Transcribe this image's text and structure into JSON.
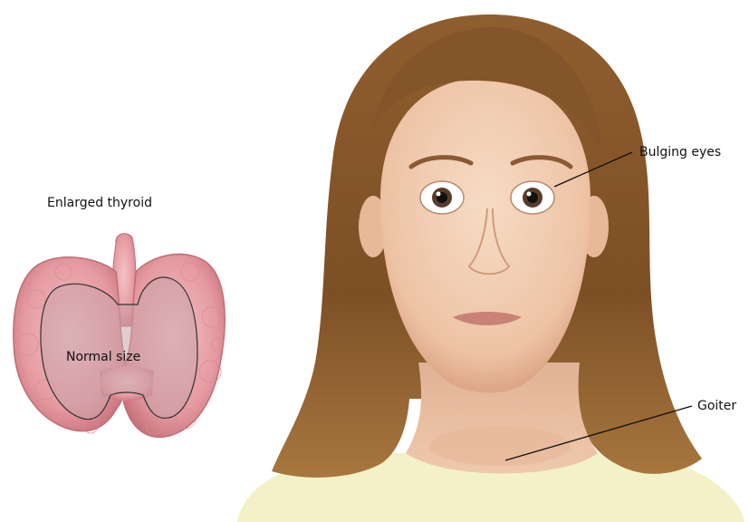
{
  "labels": {
    "enlarged_thyroid": "Enlarged thyroid",
    "normal_size": "Normal size",
    "bulging_eyes": "Bulging eyes",
    "goiter": "Goiter"
  },
  "colors": {
    "thyroid_enlarged": "#e9a7ad",
    "thyroid_normal": "#cfa7aa",
    "hair": "#8a5a2c",
    "skin": "#f1cdb3",
    "shirt": "#f4f1c8",
    "leader_line": "#111111"
  }
}
